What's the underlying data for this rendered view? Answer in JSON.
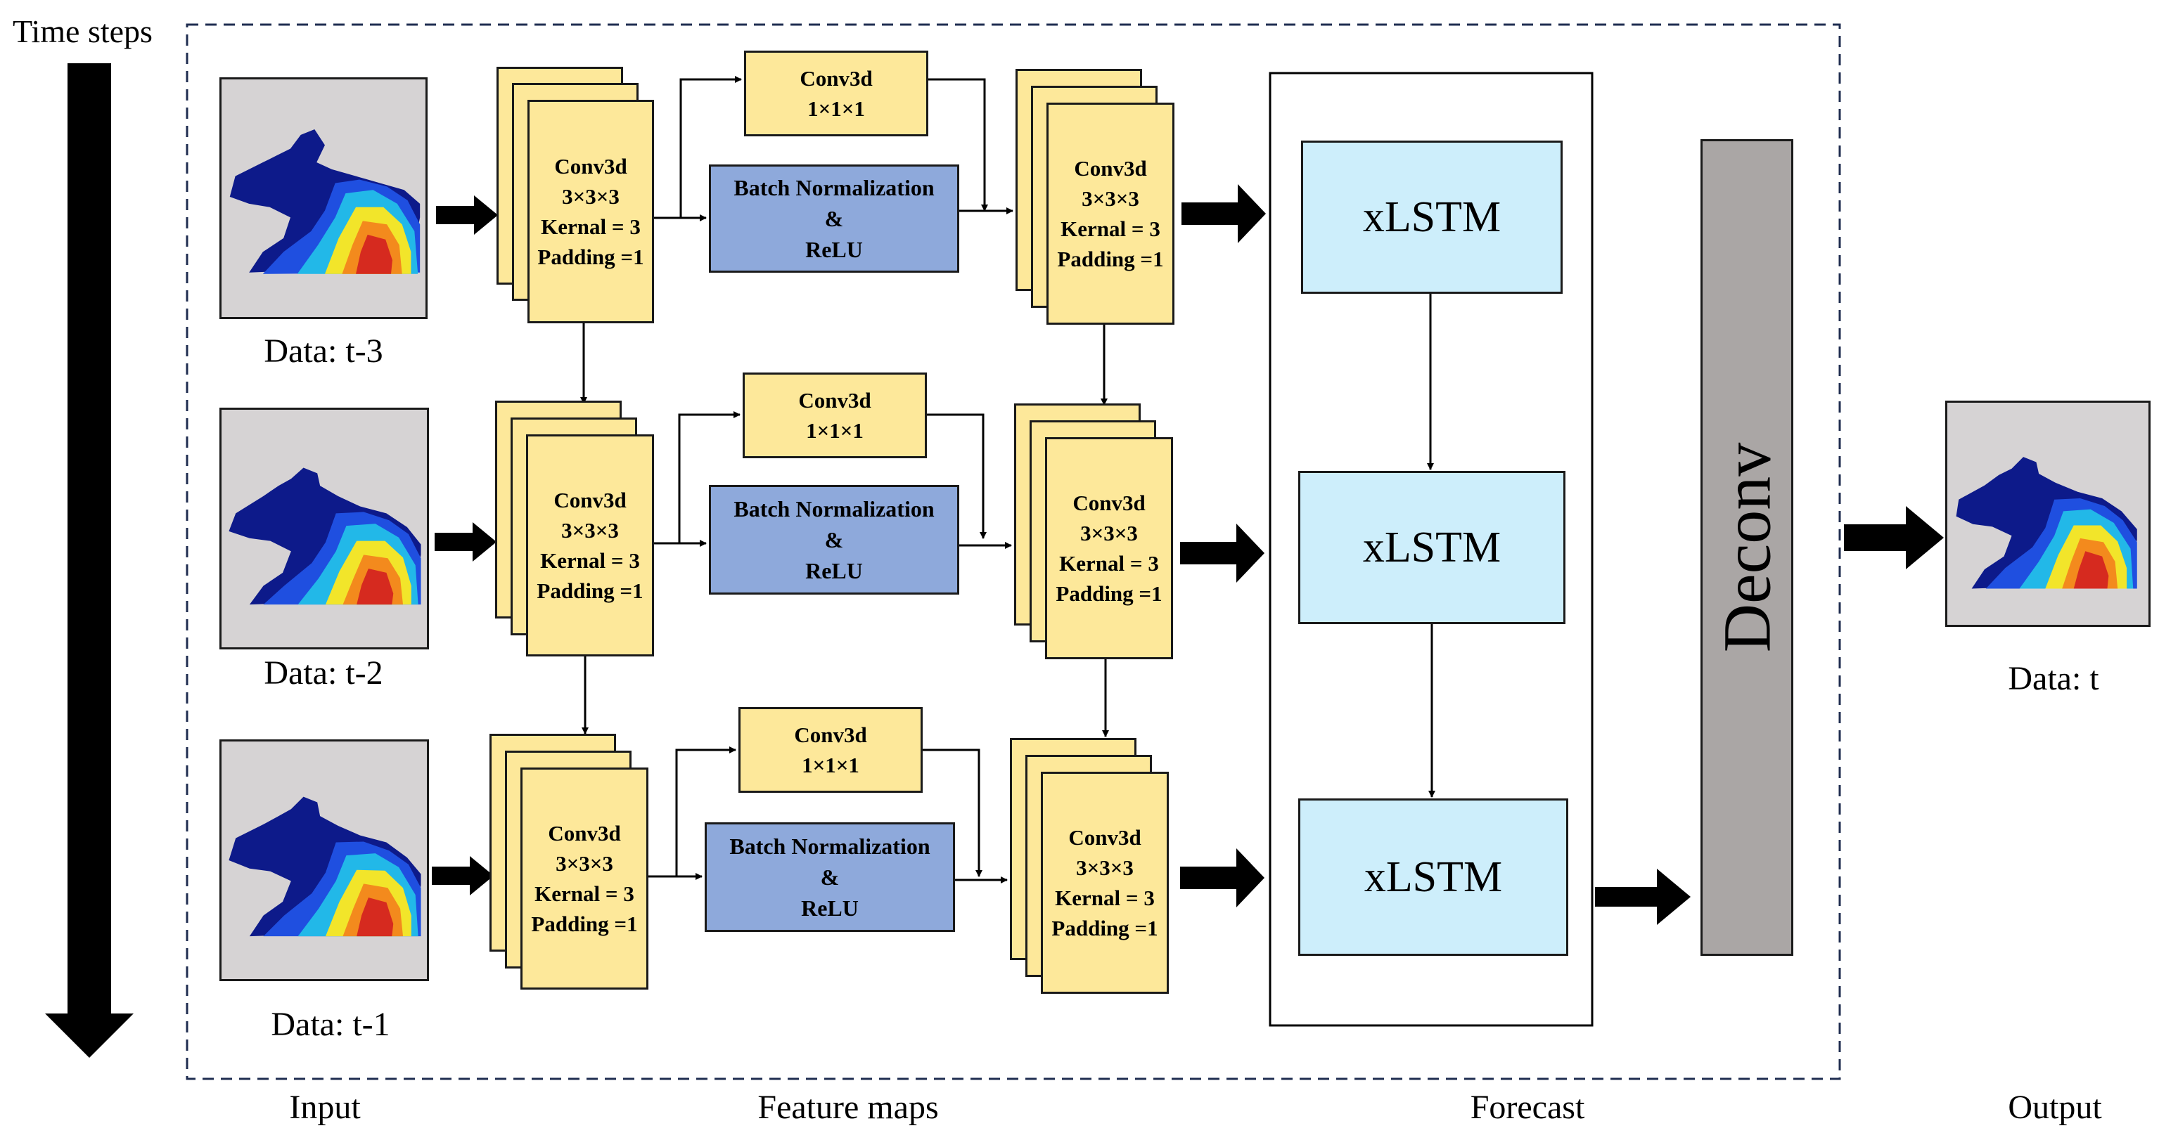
{
  "axis_label": "Time steps",
  "inputs": [
    {
      "caption": "Data: t-3"
    },
    {
      "caption": "Data: t-2"
    },
    {
      "caption": "Data: t-1"
    }
  ],
  "conv3x3": {
    "title": "Conv3d",
    "kernel_size": "3×3×3",
    "kernel": "Kernal = 3",
    "padding": "Padding =1"
  },
  "conv1x1": {
    "title": "Conv3d",
    "kernel_size": "1×1×1"
  },
  "bn_relu": {
    "line1": "Batch Normalization",
    "line2": "&",
    "line3": "ReLU"
  },
  "xlstm_label": "xLSTM",
  "deconv_label": "Deconv",
  "output_caption": "Data: t",
  "section_labels": {
    "input": "Input",
    "feature_maps": "Feature maps",
    "forecast": "Forecast",
    "output": "Output"
  },
  "colors": {
    "conv_fill": "#fde89a",
    "bn_fill": "#8ea9db",
    "xlstm_fill": "#cdeefb",
    "deconv_fill": "#aaa6a5",
    "map_background": "#d6d3d4",
    "dashed_border": "#1f2d50"
  }
}
